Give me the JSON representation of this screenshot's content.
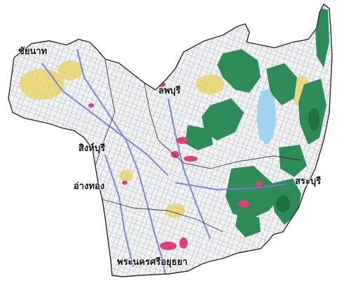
{
  "map": {
    "labels": {
      "chainat": "ชัยนาท",
      "lopburi": "ลพบุรี",
      "singburi": "สิงห์บุรี",
      "angthong": "อ่างทอง",
      "saraburi": "สระบุรี",
      "ayutthaya": "พระนครศรีอยุธยา"
    },
    "colors": {
      "background": "#ffffff",
      "land": "#f4f4ee",
      "boundary": "#2b2b2b",
      "road_network": "#6e7bd8",
      "agriculture": "#e8cf5a",
      "forest": "#2e8b57",
      "urban": "#e0407a",
      "water": "#9fd3ee",
      "dark_forest": "#1e6a3a"
    }
  }
}
